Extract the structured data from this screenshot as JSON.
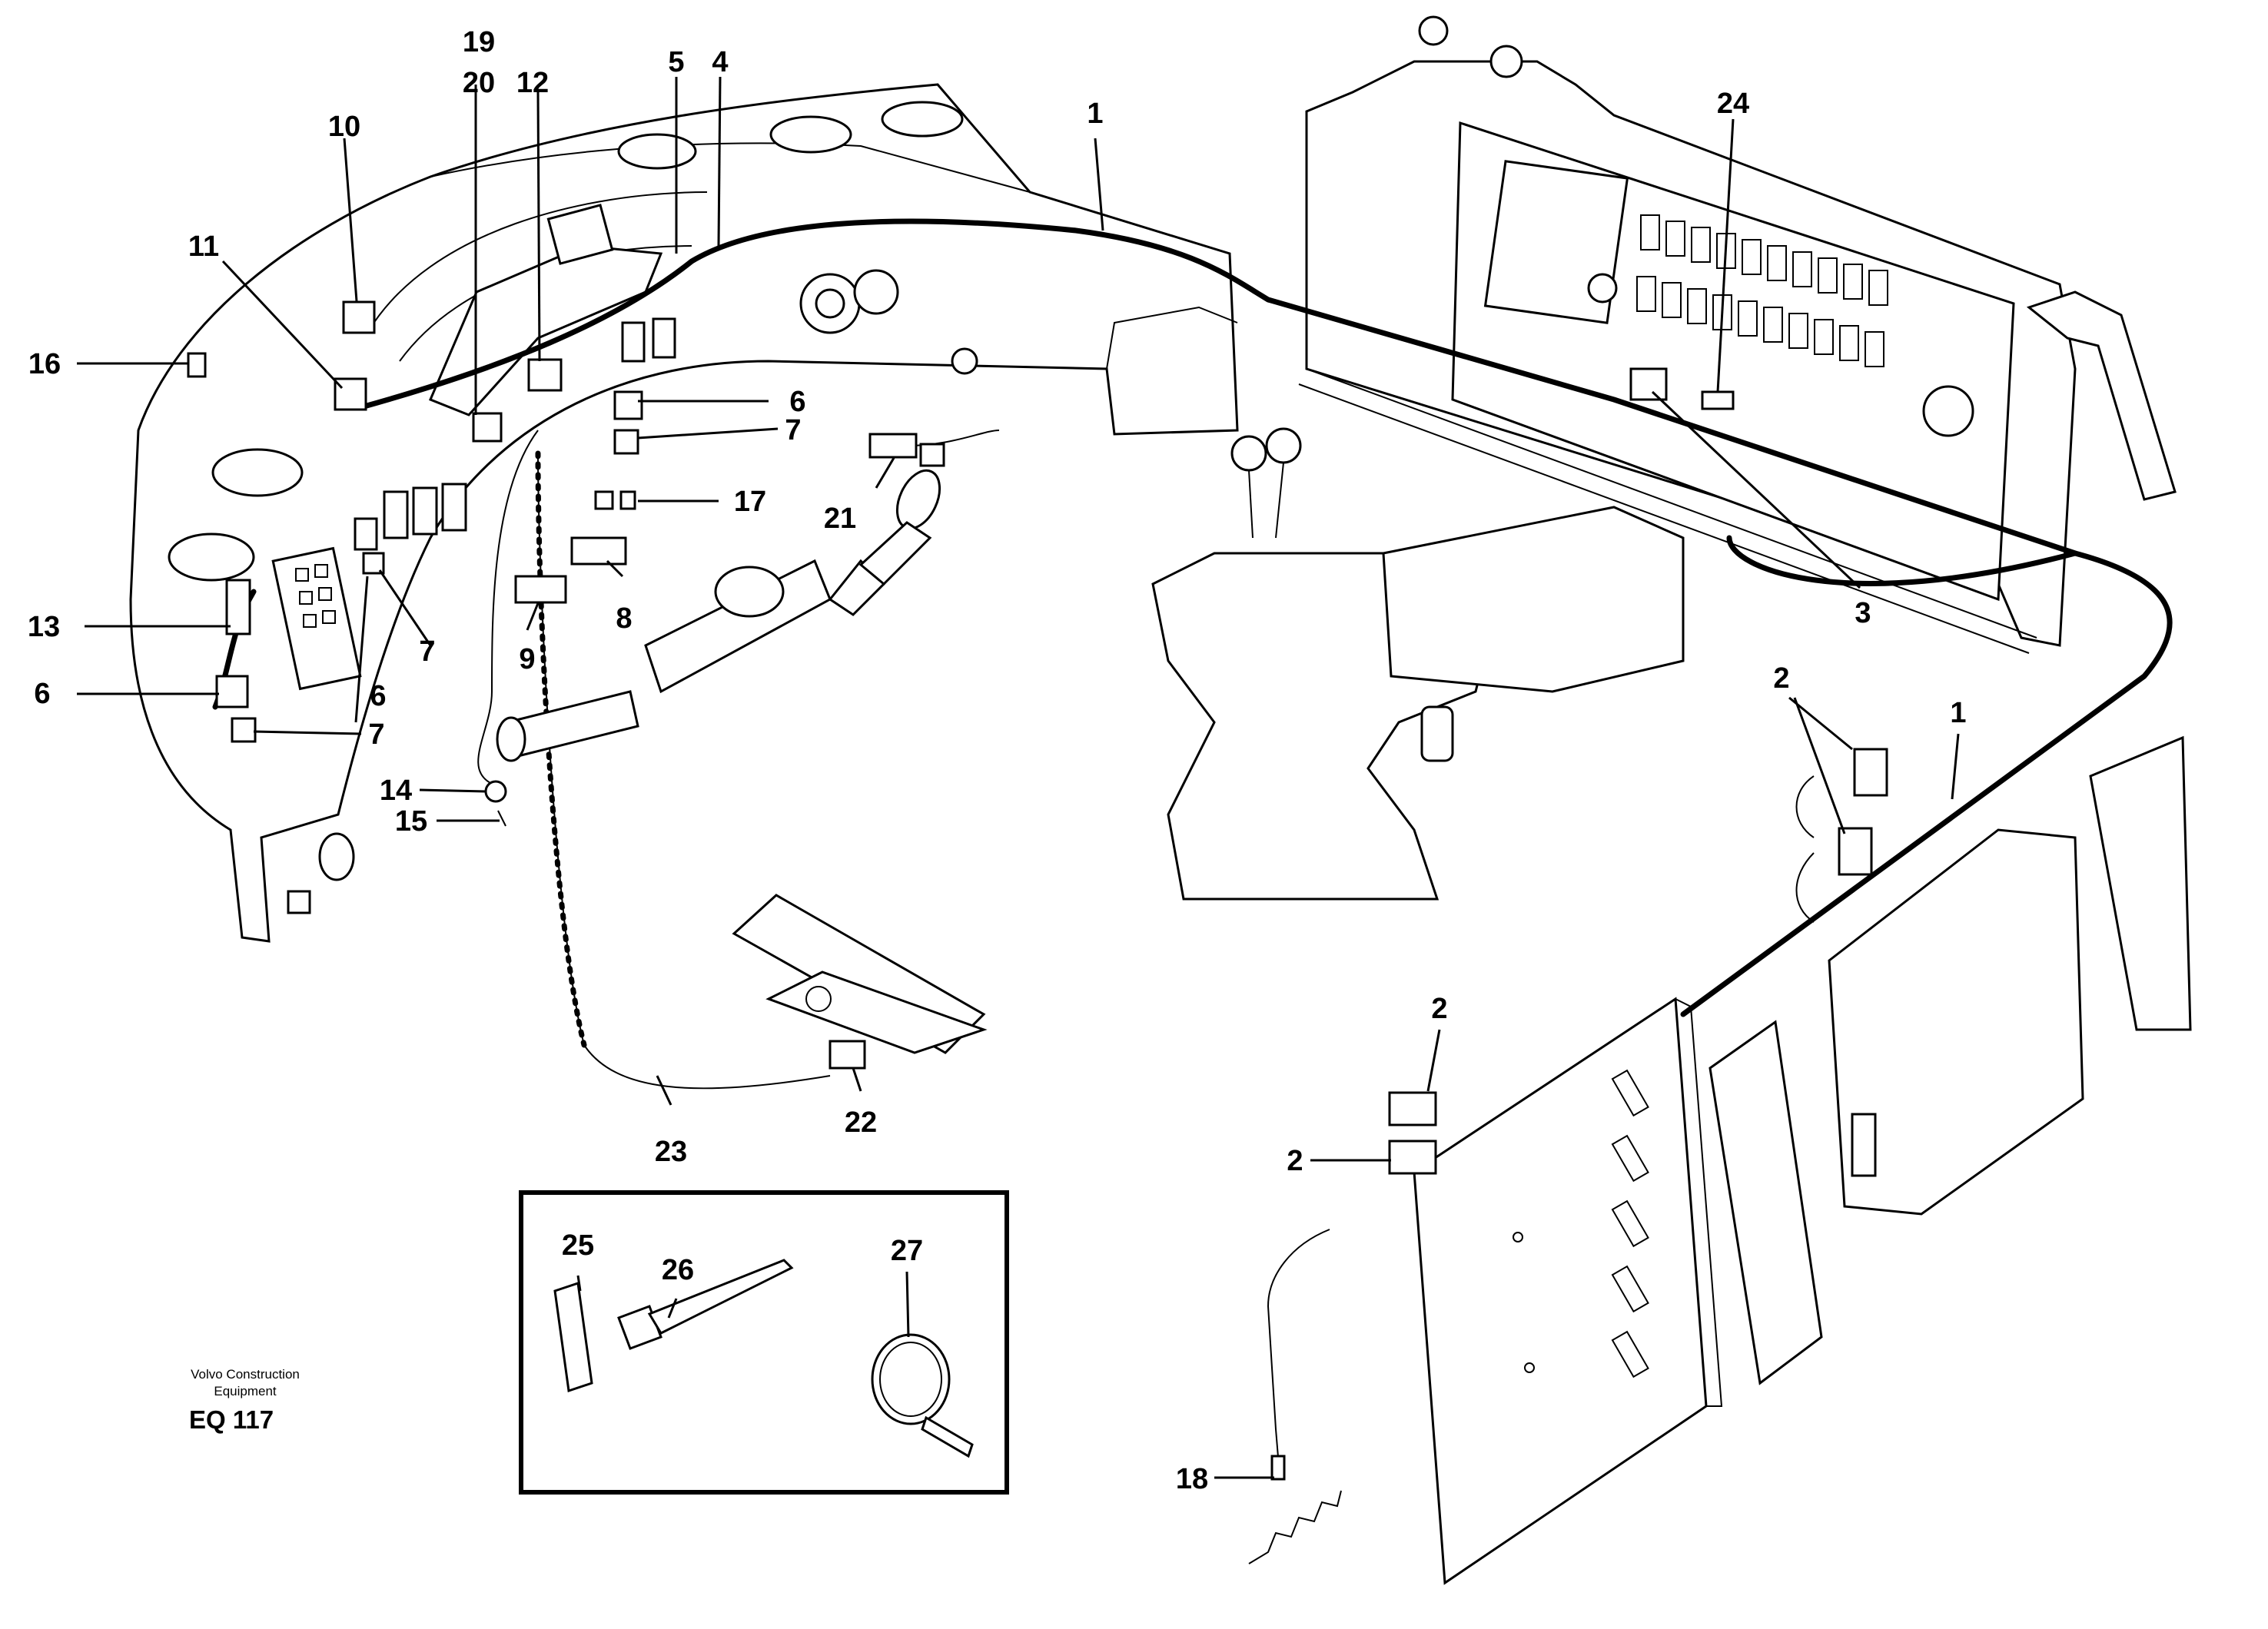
{
  "credit": {
    "line1": "Volvo Construction",
    "line2": "Equipment"
  },
  "figure_code": "EQ 117",
  "callouts": {
    "c1a": "1",
    "c1b": "1",
    "c2a": "2",
    "c2b": "2",
    "c2c": "2",
    "c3": "3",
    "c4": "4",
    "c5": "5",
    "c6a": "6",
    "c6b": "6",
    "c6c": "6",
    "c7a": "7",
    "c7b": "7",
    "c7c": "7",
    "c8": "8",
    "c9": "9",
    "c10": "10",
    "c11": "11",
    "c12": "12",
    "c13": "13",
    "c14": "14",
    "c15": "15",
    "c16": "16",
    "c17": "17",
    "c18": "18",
    "c19": "19",
    "c20": "20",
    "c21": "21",
    "c22": "22",
    "c23": "23",
    "c24": "24",
    "c25": "25",
    "c26": "26",
    "c27": "27"
  }
}
